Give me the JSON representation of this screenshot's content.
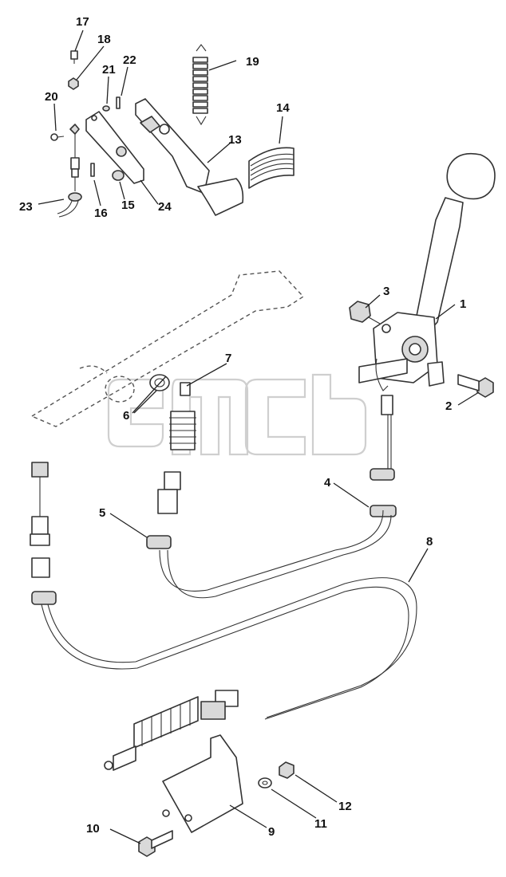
{
  "callouts": [
    {
      "id": "c1",
      "text": "1"
    },
    {
      "id": "c2",
      "text": "2"
    },
    {
      "id": "c3",
      "text": "3"
    },
    {
      "id": "c4",
      "text": "4"
    },
    {
      "id": "c5",
      "text": "5"
    },
    {
      "id": "c6",
      "text": "6"
    },
    {
      "id": "c7",
      "text": "7"
    },
    {
      "id": "c8",
      "text": "8"
    },
    {
      "id": "c9",
      "text": "9"
    },
    {
      "id": "c10",
      "text": "10"
    },
    {
      "id": "c11",
      "text": "11"
    },
    {
      "id": "c12",
      "text": "12"
    },
    {
      "id": "c13",
      "text": "13"
    },
    {
      "id": "c14",
      "text": "14"
    },
    {
      "id": "c15",
      "text": "15"
    },
    {
      "id": "c16",
      "text": "16"
    },
    {
      "id": "c17",
      "text": "17"
    },
    {
      "id": "c18",
      "text": "18"
    },
    {
      "id": "c19",
      "text": "19"
    },
    {
      "id": "c20",
      "text": "20"
    },
    {
      "id": "c21",
      "text": "21"
    },
    {
      "id": "c22",
      "text": "22"
    },
    {
      "id": "c23",
      "text": "23"
    },
    {
      "id": "c24",
      "text": "24"
    }
  ],
  "colors": {
    "line": "#333333",
    "watermark": "#cfcfcf",
    "background": "#ffffff"
  }
}
